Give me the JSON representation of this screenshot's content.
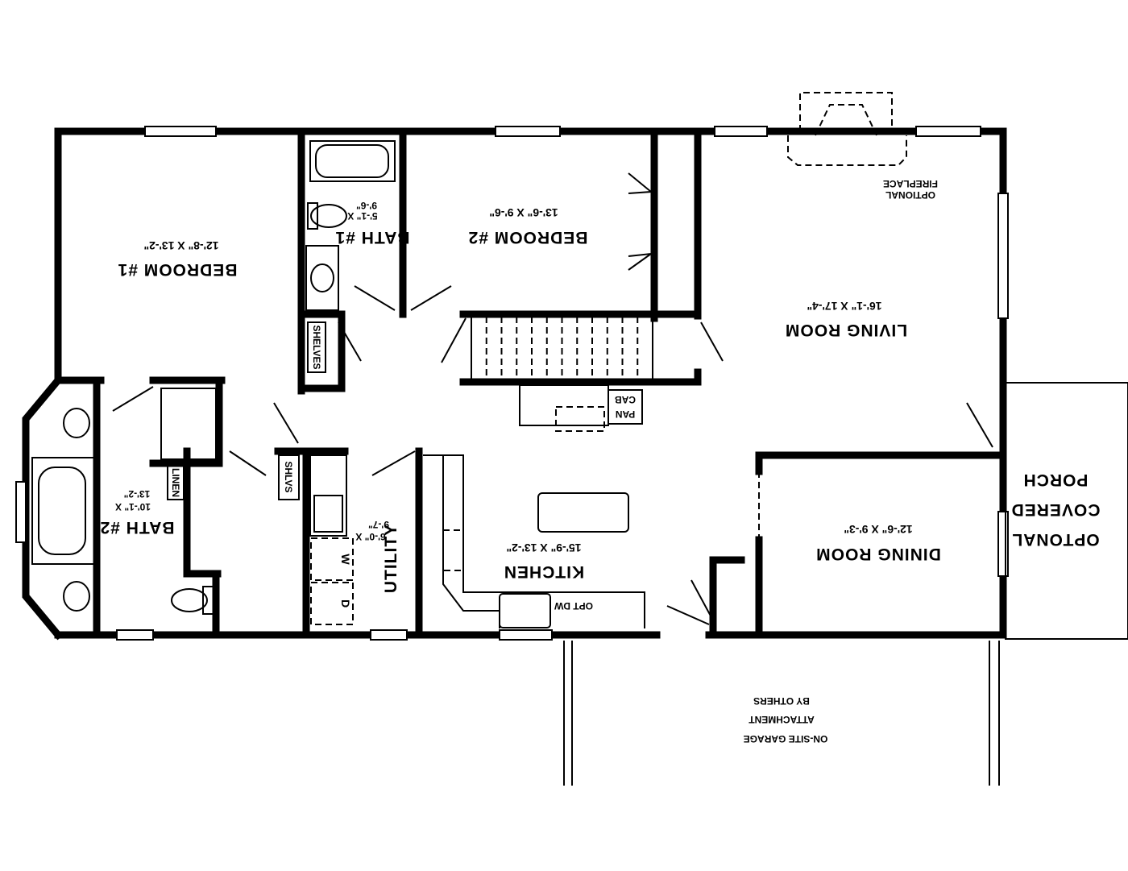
{
  "orientation": "rotated 180 degrees",
  "rooms": {
    "bedroom1": {
      "name": "BEDROOM #1",
      "size": "12'-8\" X 13'-2\""
    },
    "bath1": {
      "name": "BATH #1",
      "size1": "5'-1\" X",
      "size2": "9'-6\""
    },
    "bedroom2": {
      "name": "BEDROOM #2",
      "size": "13'-6\" X 9'-6\""
    },
    "living": {
      "name": "LIVING ROOM",
      "size": "16'-1\" X 17'-4\""
    },
    "bath2": {
      "name": "BATH #2",
      "size1": "10'-1\" X",
      "size2": "13'-2\""
    },
    "utility": {
      "name": "UTILITY",
      "size1": "6'-0\" X",
      "size2": "9'-7\""
    },
    "kitchen": {
      "name": "KITCHEN",
      "size": "15'-9\" X 13'-2\""
    },
    "dining": {
      "name": "DINING ROOM",
      "size": "12'-6\" X 9'-3\""
    }
  },
  "labels": {
    "fireplace1": "OPTIONAL",
    "fireplace2": "FIREPLACE",
    "shelves": "SHELVES",
    "shlvs": "SHLVS",
    "linen": "LINEN",
    "pan": "PAN",
    "cab": "CAB",
    "washer": "W",
    "dryer": "D",
    "opt_dw": "OPT DW",
    "porch1": "OPTONAL",
    "porch2": "COVERED",
    "porch3": "PORCH",
    "garage1": "ON-SITE GARAGE",
    "garage2": "ATTACHMENT",
    "garage3": "BY OTHERS"
  }
}
